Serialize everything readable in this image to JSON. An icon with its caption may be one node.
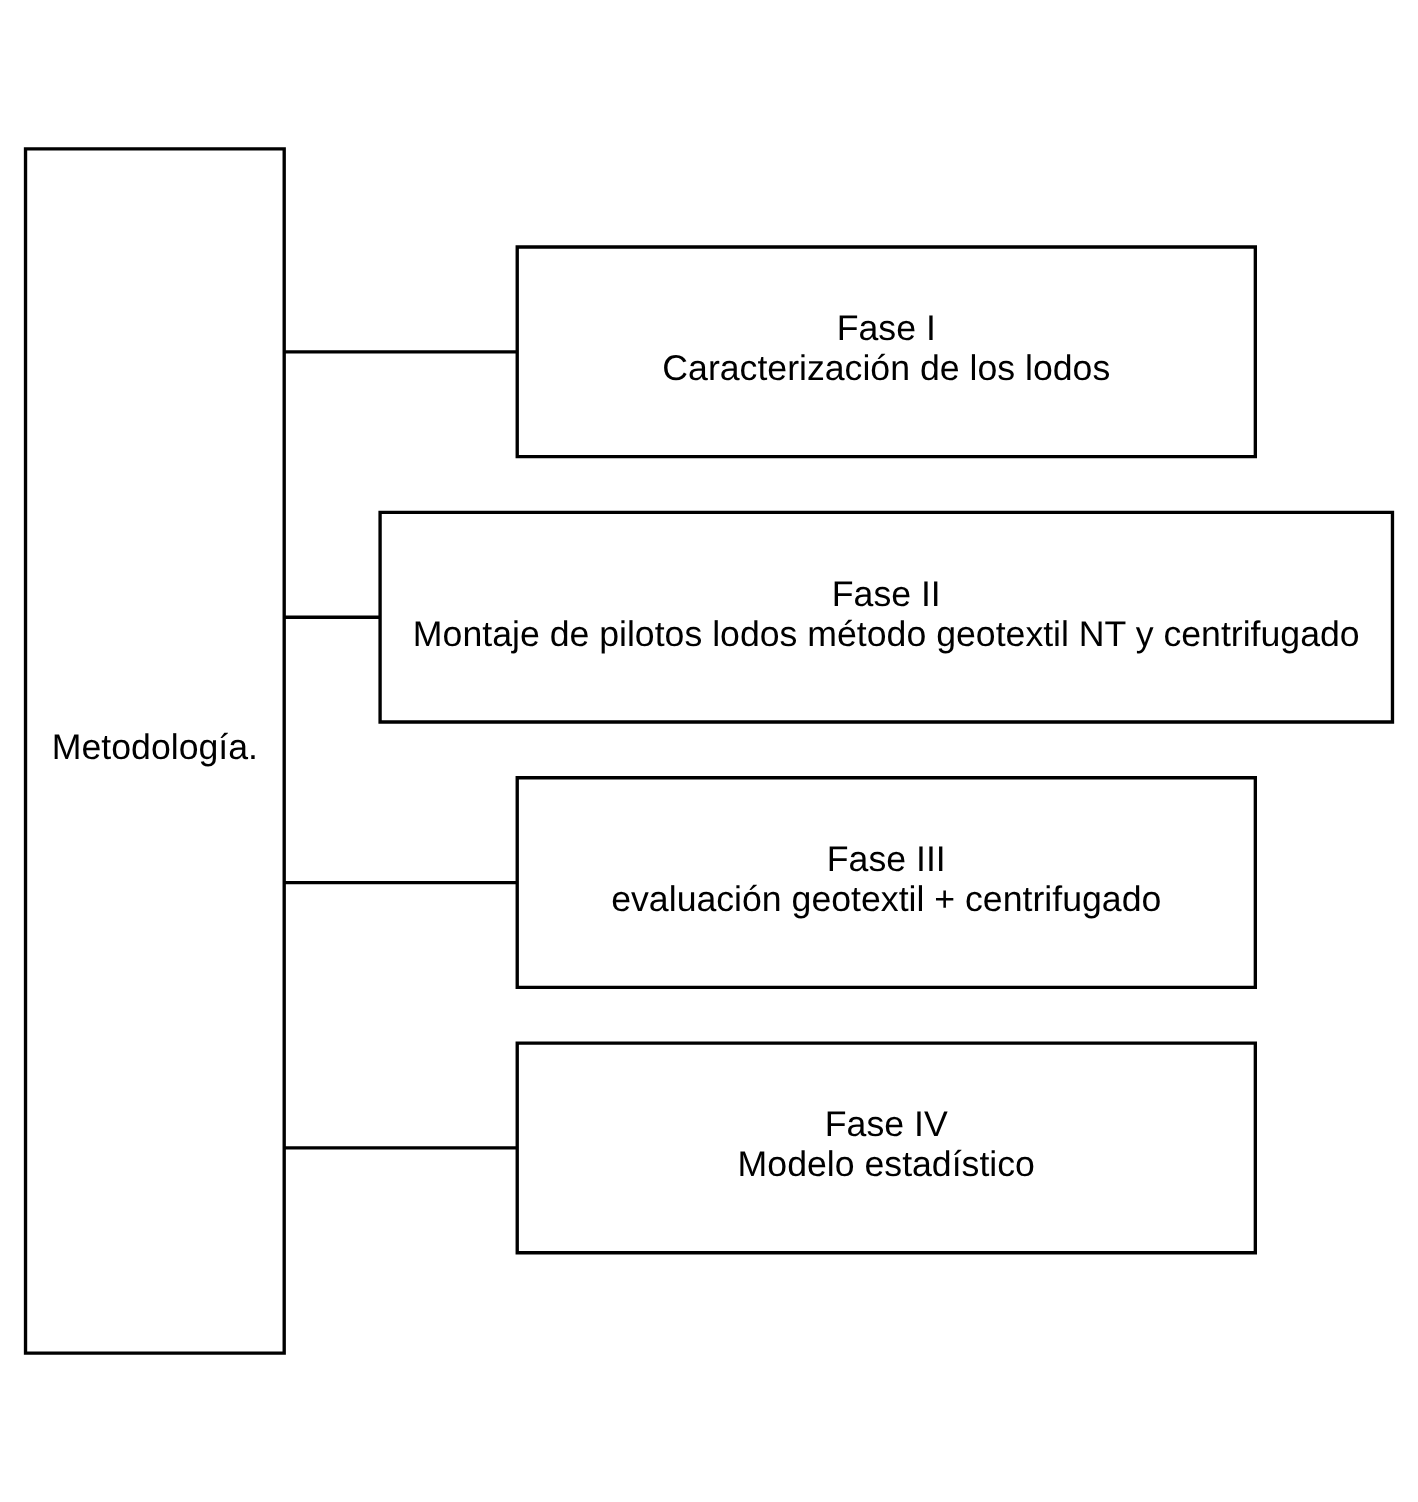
{
  "diagram": {
    "nodes": [
      {
        "text": [
          "Metodología."
        ]
      },
      {
        "text": [
          "Fase I",
          "Caracterización de los lodos"
        ]
      },
      {
        "text": [
          "Fase II",
          "Montaje de pilotos lodos método geotextil NT y centrifugado"
        ]
      },
      {
        "text": [
          "Fase III",
          "evaluación geotextil + centrifugado"
        ]
      },
      {
        "text": [
          "Fase IV",
          "Modelo estadístico"
        ]
      }
    ],
    "edges": [
      {
        "from": 0,
        "to": 1,
        "arrow": "none"
      },
      {
        "from": 0,
        "to": 2,
        "arrow": "none"
      },
      {
        "from": 0,
        "to": 3,
        "arrow": "none"
      },
      {
        "from": 0,
        "to": 4,
        "arrow": "none"
      }
    ]
  }
}
